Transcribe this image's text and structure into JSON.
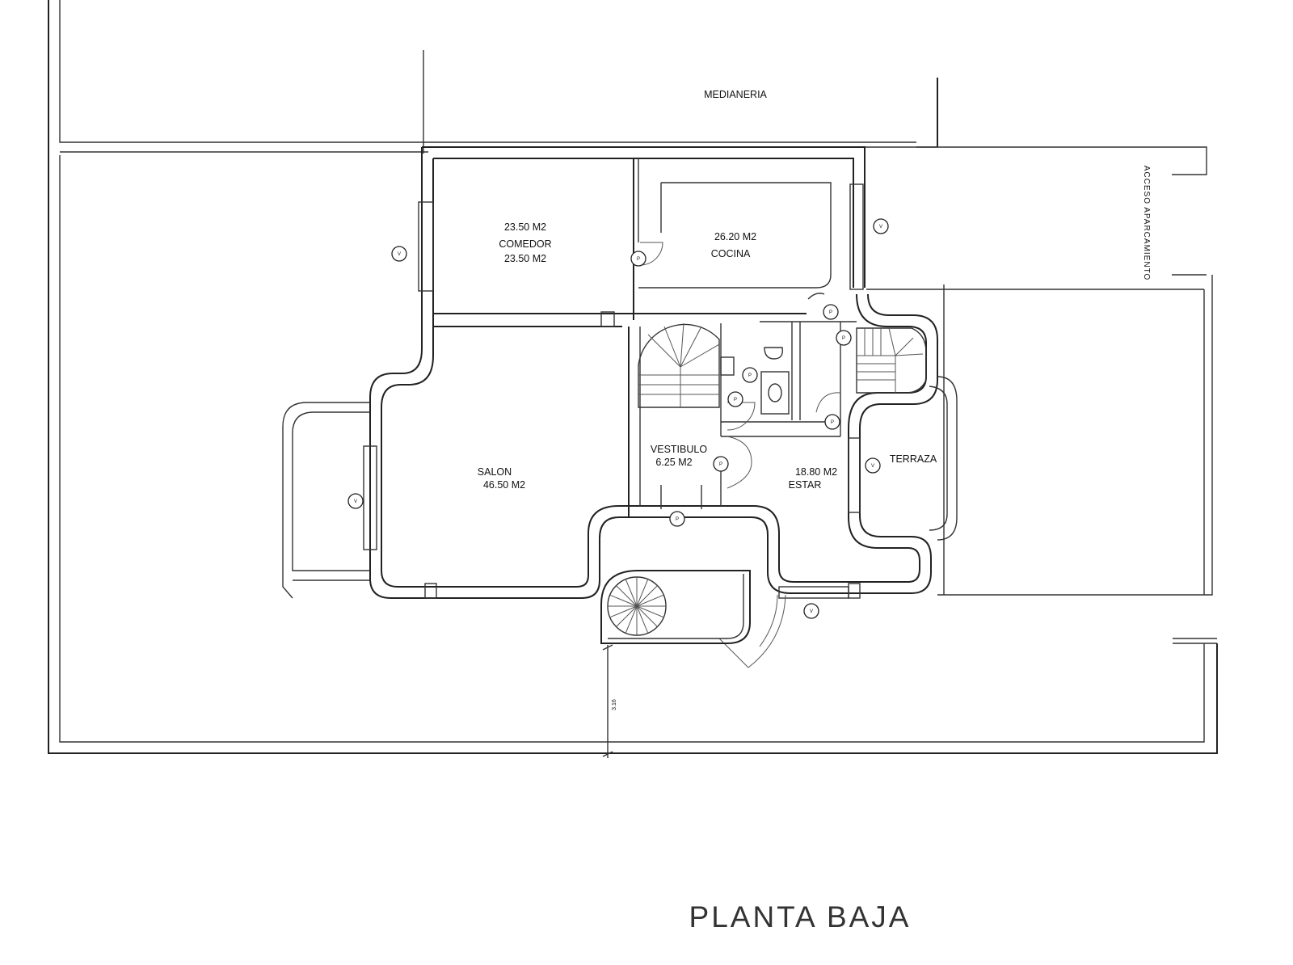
{
  "labels": {
    "medianeria": "MEDIANERIA",
    "comedor_area_top": "23.50 M2",
    "comedor_name": "COMEDOR",
    "comedor_area_bottom": "23.50 M2",
    "cocina_area": "26.20 M2",
    "cocina_name": "COCINA",
    "acceso": "ACCESO APARCAMIENTO",
    "vestibulo_name": "VESTIBULO",
    "vestibulo_area": "6.25 M2",
    "salon_name": "SALON",
    "salon_area": "46.50 M2",
    "estar_area": "18.80 M2",
    "estar_name": "ESTAR",
    "terraza": "TERRAZA",
    "dimension": "3.16",
    "plan_title": "PLANTA BAJA"
  }
}
